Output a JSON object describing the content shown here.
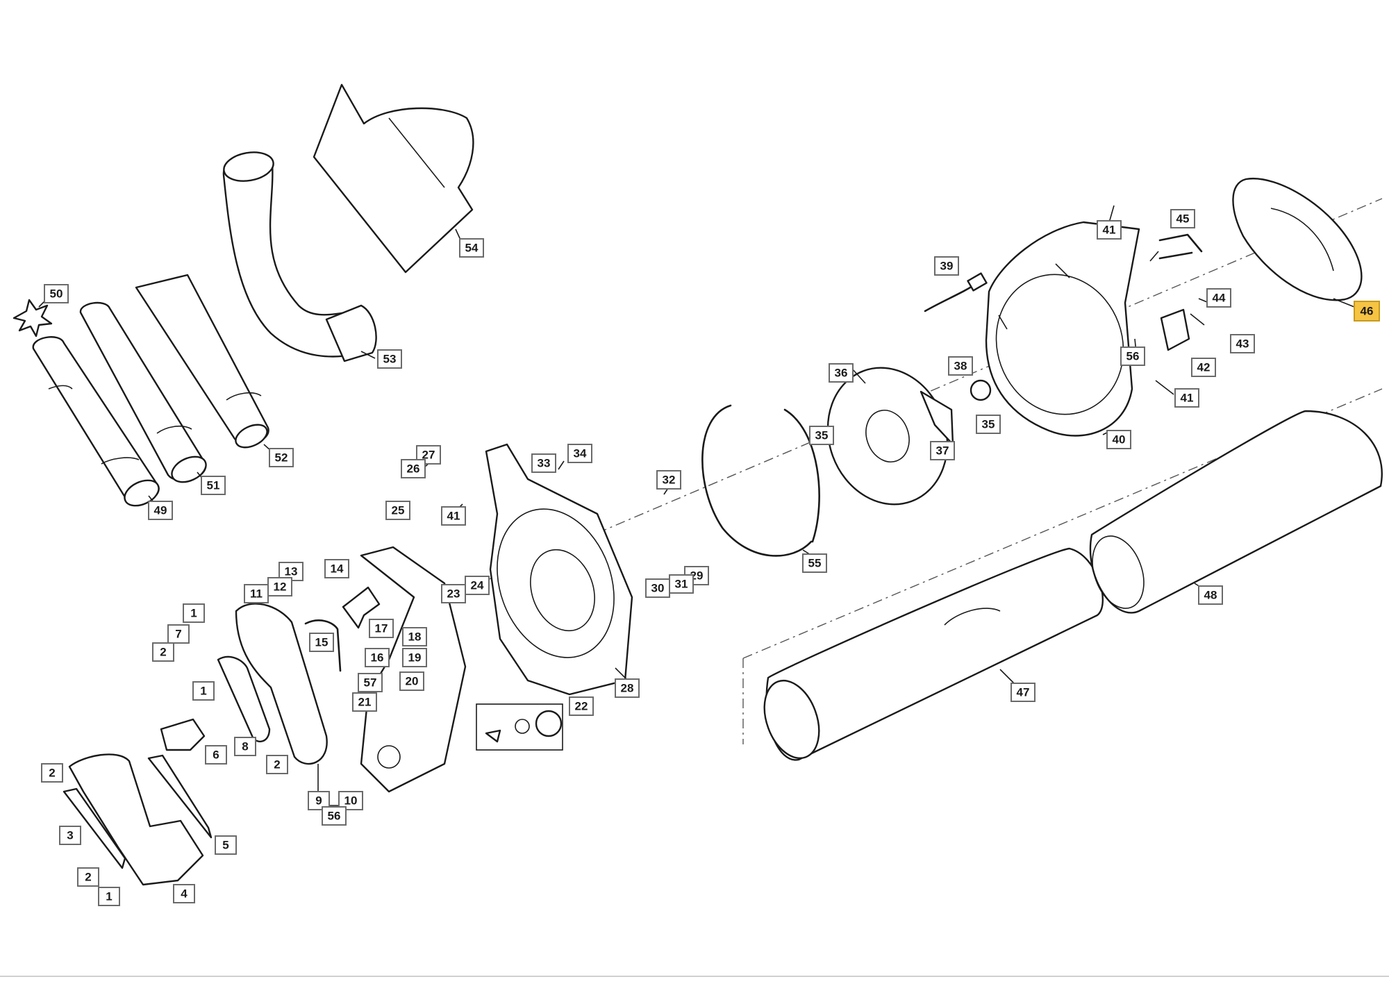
{
  "diagram": {
    "highlight_color": "#f6c343",
    "line_color": "#1a1a1a",
    "callouts": [
      {
        "id": "c50",
        "label": "50",
        "highlighted": false
      },
      {
        "id": "c49",
        "label": "49",
        "highlighted": false
      },
      {
        "id": "c51",
        "label": "51",
        "highlighted": false
      },
      {
        "id": "c52",
        "label": "52",
        "highlighted": false
      },
      {
        "id": "c53",
        "label": "53",
        "highlighted": false
      },
      {
        "id": "c54",
        "label": "54",
        "highlighted": false
      },
      {
        "id": "c27",
        "label": "27",
        "highlighted": false
      },
      {
        "id": "c26",
        "label": "26",
        "highlighted": false
      },
      {
        "id": "c25",
        "label": "25",
        "highlighted": false
      },
      {
        "id": "c41a",
        "label": "41",
        "highlighted": false
      },
      {
        "id": "c33",
        "label": "33",
        "highlighted": false
      },
      {
        "id": "c34",
        "label": "34",
        "highlighted": false
      },
      {
        "id": "c32",
        "label": "32",
        "highlighted": false
      },
      {
        "id": "c29",
        "label": "29",
        "highlighted": false
      },
      {
        "id": "c30",
        "label": "30",
        "highlighted": false
      },
      {
        "id": "c31",
        "label": "31",
        "highlighted": false
      },
      {
        "id": "c24",
        "label": "24",
        "highlighted": false
      },
      {
        "id": "c23",
        "label": "23",
        "highlighted": false
      },
      {
        "id": "c28",
        "label": "28",
        "highlighted": false
      },
      {
        "id": "c22",
        "label": "22",
        "highlighted": false
      },
      {
        "id": "c13",
        "label": "13",
        "highlighted": false
      },
      {
        "id": "c14",
        "label": "14",
        "highlighted": false
      },
      {
        "id": "c11",
        "label": "11",
        "highlighted": false
      },
      {
        "id": "c12",
        "label": "12",
        "highlighted": false
      },
      {
        "id": "c15",
        "label": "15",
        "highlighted": false
      },
      {
        "id": "c17",
        "label": "17",
        "highlighted": false
      },
      {
        "id": "c18",
        "label": "18",
        "highlighted": false
      },
      {
        "id": "c16",
        "label": "16",
        "highlighted": false
      },
      {
        "id": "c19",
        "label": "19",
        "highlighted": false
      },
      {
        "id": "c57",
        "label": "57",
        "highlighted": false
      },
      {
        "id": "c20",
        "label": "20",
        "highlighted": false
      },
      {
        "id": "c21",
        "label": "21",
        "highlighted": false
      },
      {
        "id": "c1a",
        "label": "1",
        "highlighted": false
      },
      {
        "id": "c7",
        "label": "7",
        "highlighted": false
      },
      {
        "id": "c2a",
        "label": "2",
        "highlighted": false
      },
      {
        "id": "c1b",
        "label": "1",
        "highlighted": false
      },
      {
        "id": "c6",
        "label": "6",
        "highlighted": false
      },
      {
        "id": "c8",
        "label": "8",
        "highlighted": false
      },
      {
        "id": "c2b",
        "label": "2",
        "highlighted": false
      },
      {
        "id": "c9",
        "label": "9",
        "highlighted": false
      },
      {
        "id": "c10",
        "label": "10",
        "highlighted": false
      },
      {
        "id": "c56a",
        "label": "56",
        "highlighted": false
      },
      {
        "id": "c2c",
        "label": "2",
        "highlighted": false
      },
      {
        "id": "c3",
        "label": "3",
        "highlighted": false
      },
      {
        "id": "c5",
        "label": "5",
        "highlighted": false
      },
      {
        "id": "c2d",
        "label": "2",
        "highlighted": false
      },
      {
        "id": "c1c",
        "label": "1",
        "highlighted": false
      },
      {
        "id": "c4",
        "label": "4",
        "highlighted": false
      },
      {
        "id": "c55",
        "label": "55",
        "highlighted": false
      },
      {
        "id": "c36",
        "label": "36",
        "highlighted": false
      },
      {
        "id": "c35a",
        "label": "35",
        "highlighted": false
      },
      {
        "id": "c37",
        "label": "37",
        "highlighted": false
      },
      {
        "id": "c38",
        "label": "38",
        "highlighted": false
      },
      {
        "id": "c35b",
        "label": "35",
        "highlighted": false
      },
      {
        "id": "c39",
        "label": "39",
        "highlighted": false
      },
      {
        "id": "c40",
        "label": "40",
        "highlighted": false
      },
      {
        "id": "c41b",
        "label": "41",
        "highlighted": false
      },
      {
        "id": "c41c",
        "label": "41",
        "highlighted": false
      },
      {
        "id": "c45",
        "label": "45",
        "highlighted": false
      },
      {
        "id": "c44",
        "label": "44",
        "highlighted": false
      },
      {
        "id": "c43",
        "label": "43",
        "highlighted": false
      },
      {
        "id": "c42",
        "label": "42",
        "highlighted": false
      },
      {
        "id": "c56b",
        "label": "56",
        "highlighted": false
      },
      {
        "id": "c46",
        "label": "46",
        "highlighted": true
      },
      {
        "id": "c47",
        "label": "47",
        "highlighted": false
      },
      {
        "id": "c48",
        "label": "48",
        "highlighted": false
      }
    ]
  }
}
